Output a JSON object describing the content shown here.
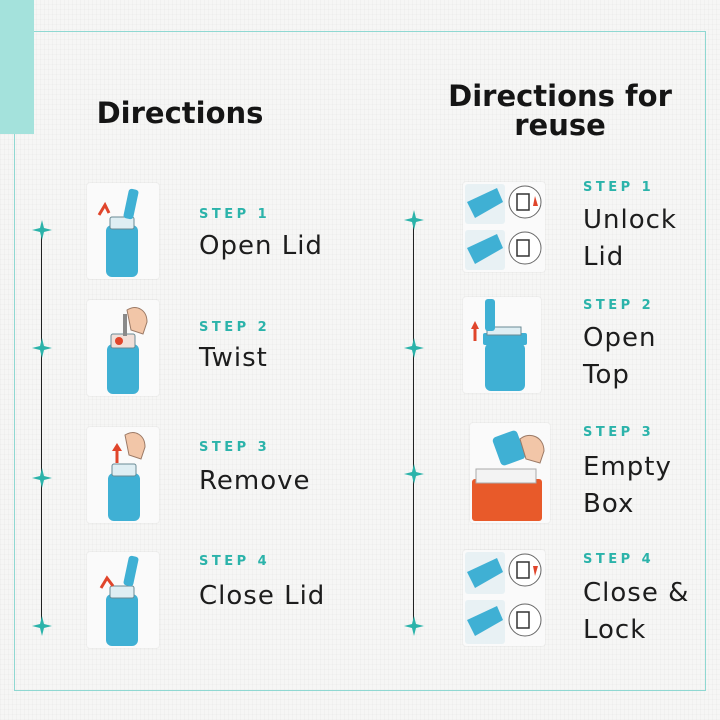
{
  "headings": {
    "left": "Directions",
    "right_line1": "Directions for",
    "right_line2": "reuse"
  },
  "directions": [
    {
      "step": "STEP 1",
      "text": "Open Lid"
    },
    {
      "step": "STEP 2",
      "text": "Twist"
    },
    {
      "step": "STEP 3",
      "text": "Remove"
    },
    {
      "step": "STEP 4",
      "text": "Close Lid"
    }
  ],
  "reuse": [
    {
      "step": "STEP 1",
      "line1": "Unlock",
      "line2": "Lid"
    },
    {
      "step": "STEP 2",
      "line1": "Open",
      "line2": "Top"
    },
    {
      "step": "STEP 3",
      "line1": "Empty",
      "line2": "Box"
    },
    {
      "step": "STEP 4",
      "line1": "Close &",
      "line2": "Lock"
    }
  ],
  "colors": {
    "accent_teal": "#2bb3aa",
    "frame_teal": "#8fd8d2",
    "container_blue": "#3fb0d4",
    "arrow_red": "#e0452b",
    "sharps_box_orange": "#e85a2a"
  }
}
